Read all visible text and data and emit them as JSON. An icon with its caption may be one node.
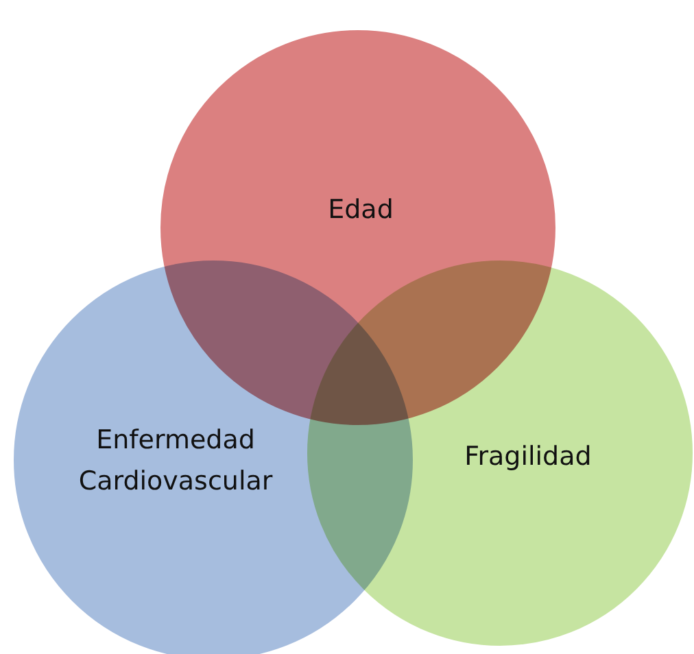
{
  "diagram": {
    "nodes": [
      {
        "text": [
          "Edad"
        ]
      },
      {
        "text": [
          "Enfermedad Cardiovascular"
        ]
      },
      {
        "text": [
          "Fragilidad"
        ]
      }
    ]
  }
}
